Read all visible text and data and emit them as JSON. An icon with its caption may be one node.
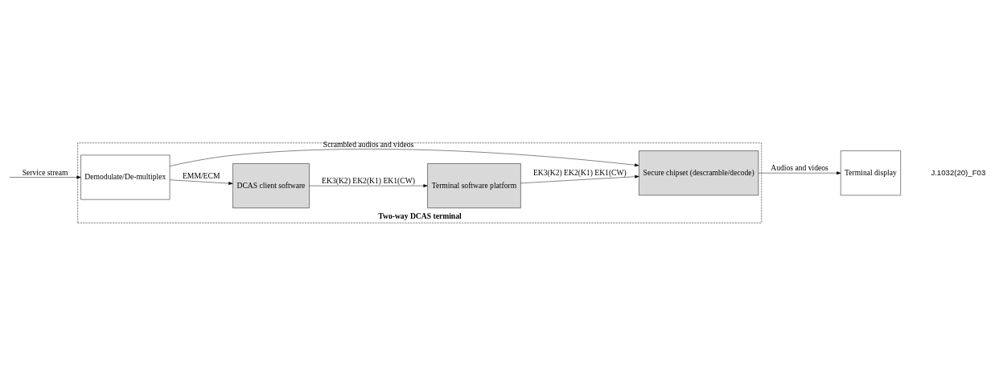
{
  "diagram": {
    "nodes": [
      {
        "text": [
          "Two-way DCAS terminal"
        ]
      },
      {
        "text": [
          "Demodulate/De-multiplex"
        ],
        "in": 0
      },
      {
        "text": [
          "DCAS client software"
        ],
        "in": 0
      },
      {
        "text": [
          "Terminal software platform"
        ],
        "in": 0
      },
      {
        "text": [
          "Secure chipset (descramble/decode)"
        ],
        "in": 0
      },
      {
        "text": [
          "Terminal display"
        ]
      }
    ],
    "edges": [
      {
        "from": null,
        "to": 1,
        "arrow": "to",
        "label": "Service stream"
      },
      {
        "from": 1,
        "to": 2,
        "arrow": "to",
        "label": "EMM/ECM"
      },
      {
        "from": 2,
        "to": 3,
        "arrow": "to",
        "label": "EK3(K2) EK2(K1) EK1(CW)"
      },
      {
        "from": 3,
        "to": 4,
        "arrow": "to",
        "label": "EK3(K2) EK2(K1) EK1(CW)"
      },
      {
        "from": 1,
        "to": 4,
        "arrow": "to",
        "label": "Scrambled audios and videos"
      },
      {
        "from": 4,
        "to": 5,
        "arrow": "to",
        "label": "Audios and videos"
      }
    ],
    "labels": [
      "J.1032(20)_F03"
    ]
  }
}
